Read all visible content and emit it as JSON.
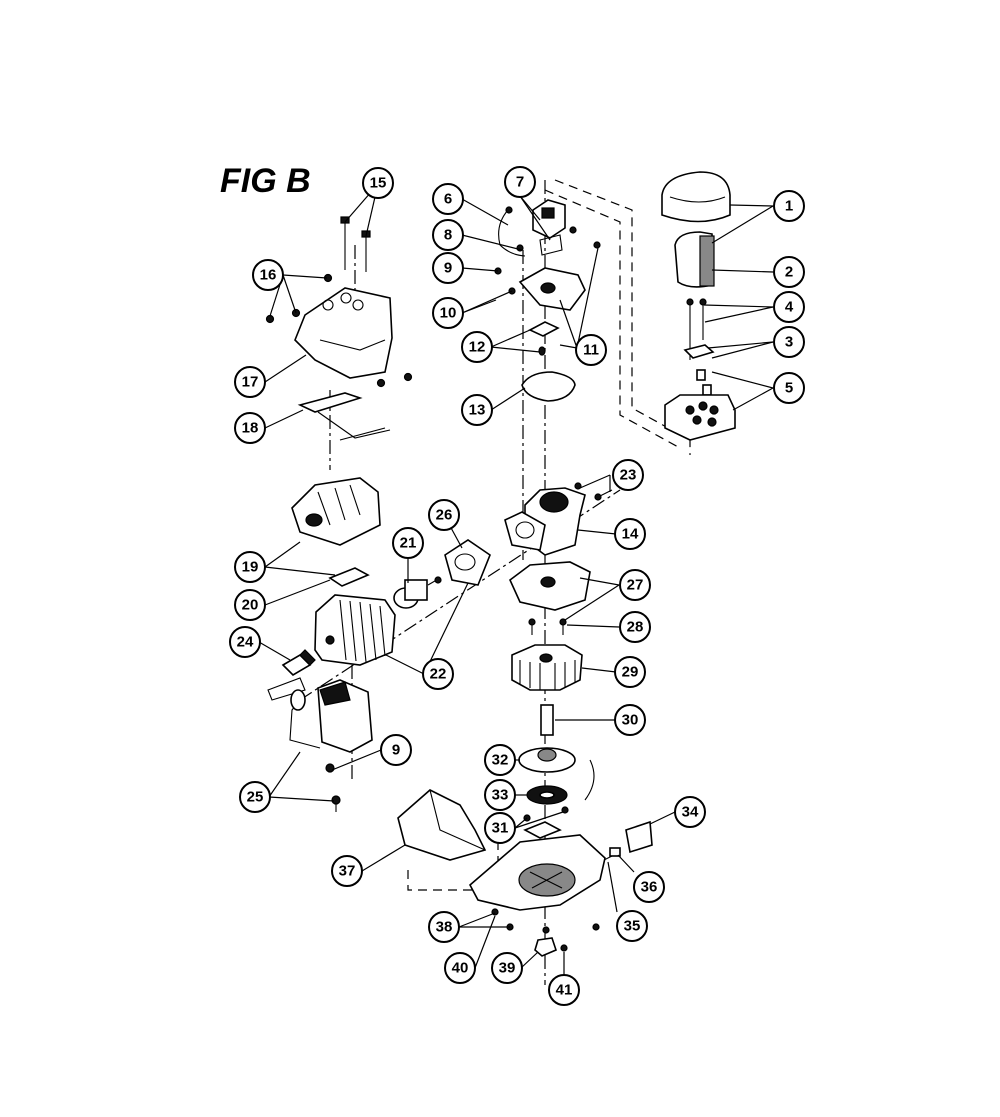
{
  "figure": {
    "title": "FIG B",
    "callouts": [
      "1",
      "2",
      "3",
      "4",
      "5",
      "6",
      "7",
      "8",
      "9",
      "10",
      "11",
      "12",
      "13",
      "14",
      "15",
      "16",
      "17",
      "18",
      "19",
      "20",
      "21",
      "22",
      "23",
      "24",
      "25",
      "26",
      "27",
      "28",
      "29",
      "30",
      "31",
      "32",
      "33",
      "34",
      "35",
      "36",
      "37",
      "38",
      "39",
      "40",
      "41",
      "9"
    ]
  }
}
